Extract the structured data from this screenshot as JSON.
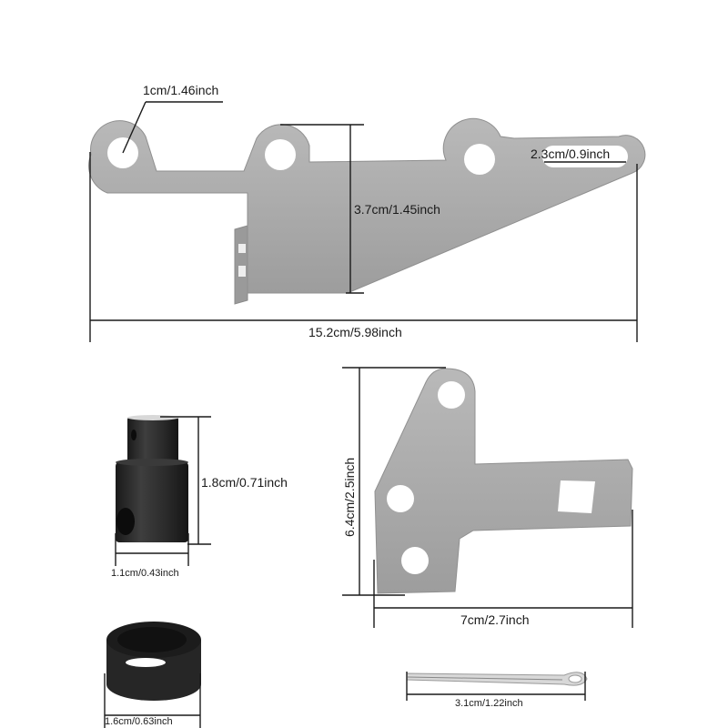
{
  "diagram": {
    "type": "product-dimension-diagram",
    "colors": {
      "background": "#ffffff",
      "metal": "#a9a9a9",
      "metal_dark": "#8e8e8e",
      "black_part": "#262626",
      "dimension_line": "#1a1a1a"
    },
    "parts": [
      {
        "name": "main-bracket",
        "dimensions": {
          "hole_diameter": "1cm/1.46inch",
          "slot_length": "2.3cm/0.9inch",
          "height": "3.7cm/1.45inch",
          "overall_length": "15.2cm/5.98inch"
        }
      },
      {
        "name": "shift-lever-bushing",
        "dimensions": {
          "height": "1.8cm/0.71inch",
          "diameter": "1.1cm/0.43inch"
        }
      },
      {
        "name": "l-bracket",
        "dimensions": {
          "height": "6.4cm/2.5inch",
          "width": "7cm/2.7inch"
        }
      },
      {
        "name": "spacer-ring",
        "dimensions": {
          "diameter": "1.6cm/0.63inch"
        }
      },
      {
        "name": "cotter-pin",
        "dimensions": {
          "length": "3.1cm/1.22inch"
        }
      }
    ]
  }
}
